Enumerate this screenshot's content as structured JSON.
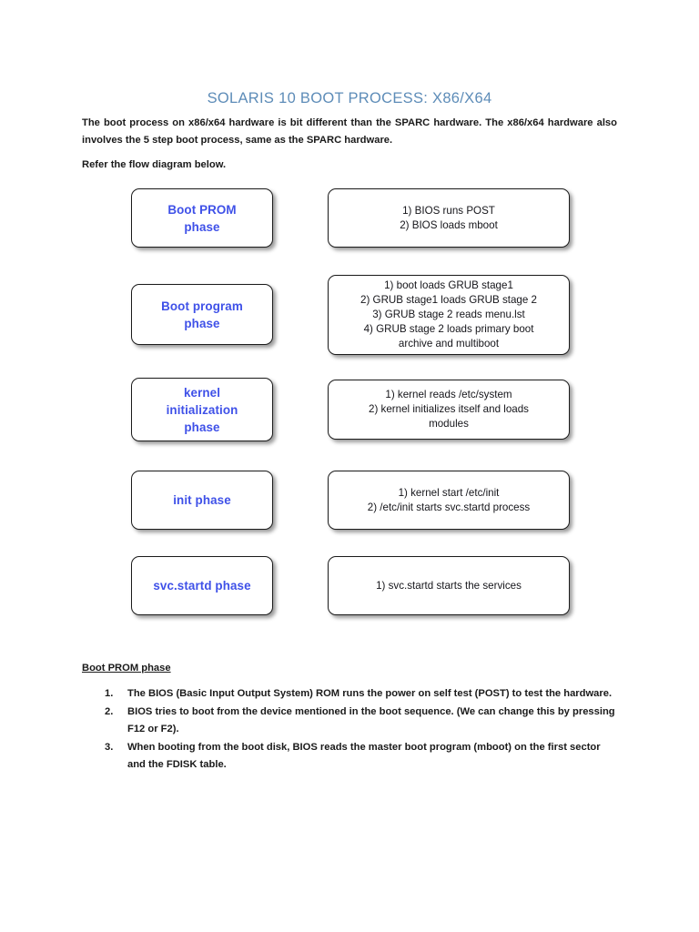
{
  "document": {
    "title": "SOLARIS 10 BOOT PROCESS: X86/X64",
    "title_color": "#5d8cb8",
    "intro_paragraph": "The boot process on x86/x64 hardware is bit different than the SPARC hardware. The x86/x64 hardware also involves the 5 step boot process, same as the SPARC hardware.",
    "refer_line": "Refer the flow diagram below."
  },
  "diagram": {
    "phase_text_color": "#3f51e8",
    "detail_text_color": "#15151a",
    "rows": [
      {
        "phase": "Boot PROM\nphase",
        "details": "1) BIOS runs POST\n2) BIOS loads mboot"
      },
      {
        "phase": "Boot program\nphase",
        "details": "1) boot loads GRUB stage1\n2) GRUB stage1 loads GRUB stage 2\n3) GRUB stage 2 reads menu.lst\n4) GRUB stage 2 loads primary boot\narchive and multiboot"
      },
      {
        "phase": "kernel\ninitialization\nphase",
        "details": "1) kernel reads /etc/system\n2) kernel initializes itself and loads\nmodules"
      },
      {
        "phase": "init phase",
        "details": "1) kernel start /etc/init\n2) /etc/init starts svc.startd process"
      },
      {
        "phase": "svc.startd phase",
        "details": "1) svc.startd starts the services"
      }
    ]
  },
  "bottom_section": {
    "heading": "Boot PROM phase",
    "items": [
      {
        "number": "1.",
        "text": "The BIOS (Basic Input Output System) ROM runs the power on self test (POST) to test the hardware."
      },
      {
        "number": "2.",
        "text": "BIOS tries to boot from the device mentioned in the boot sequence. (We can change this by pressing F12 or F2)."
      },
      {
        "number": "3.",
        "text": "When booting from the boot disk, BIOS reads the master boot program (mboot) on the first sector and the FDISK table."
      }
    ]
  }
}
